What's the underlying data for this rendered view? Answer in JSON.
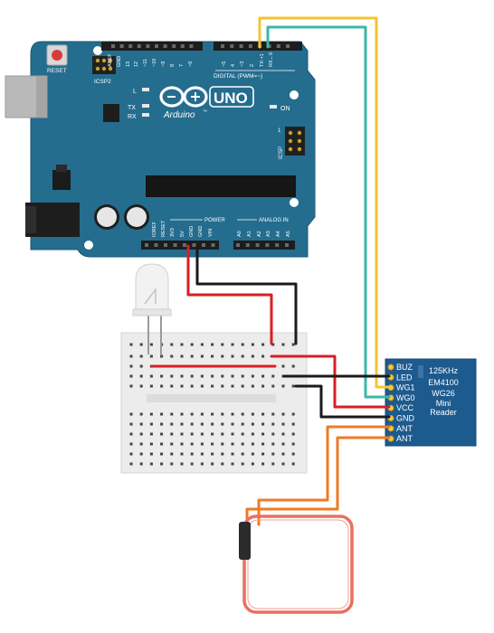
{
  "arduino": {
    "brand": "Arduino",
    "brand_mark": "™",
    "model": "UNO",
    "reset_label": "RESET",
    "icsp2_label": "ICSP2",
    "icsp_label": "ICSP",
    "icsp_pin1": "1",
    "led_l": "L",
    "led_tx": "TX",
    "led_rx": "RX",
    "led_on": "ON",
    "digital_label": "DIGITAL (PWM=~)",
    "power_label": "POWER",
    "analog_label": "ANALOG IN",
    "top_pins": [
      "AREF",
      "GND",
      "13",
      "12",
      "~11",
      "~10",
      "~9",
      "8",
      "7",
      "~6",
      "~5",
      "4",
      "~3",
      "2",
      "TX➝1",
      "RX←0"
    ],
    "bottom_pins": [
      "IOREF",
      "RESET",
      "3V3",
      "5V",
      "GND",
      "GND",
      "VIN",
      "A0",
      "A1",
      "A2",
      "A3",
      "A4",
      "A5"
    ]
  },
  "reader": {
    "pins": [
      "BUZ",
      "LED",
      "WG1",
      "WG0",
      "VCC",
      "GND",
      "ANT",
      "ANT"
    ],
    "text": [
      "125KHz",
      "EM4100",
      "WG26",
      "Mini",
      "Reader"
    ]
  },
  "colors": {
    "board": "#246d8e",
    "reader": "#1d5a8e",
    "wire_red": "#d91f26",
    "wire_black": "#1a1a1a",
    "wire_yellow": "#f4c430",
    "wire_teal": "#3ab8a8",
    "wire_orange": "#f07a24",
    "coil": "#e8705f",
    "breadboard": "#ececec"
  }
}
